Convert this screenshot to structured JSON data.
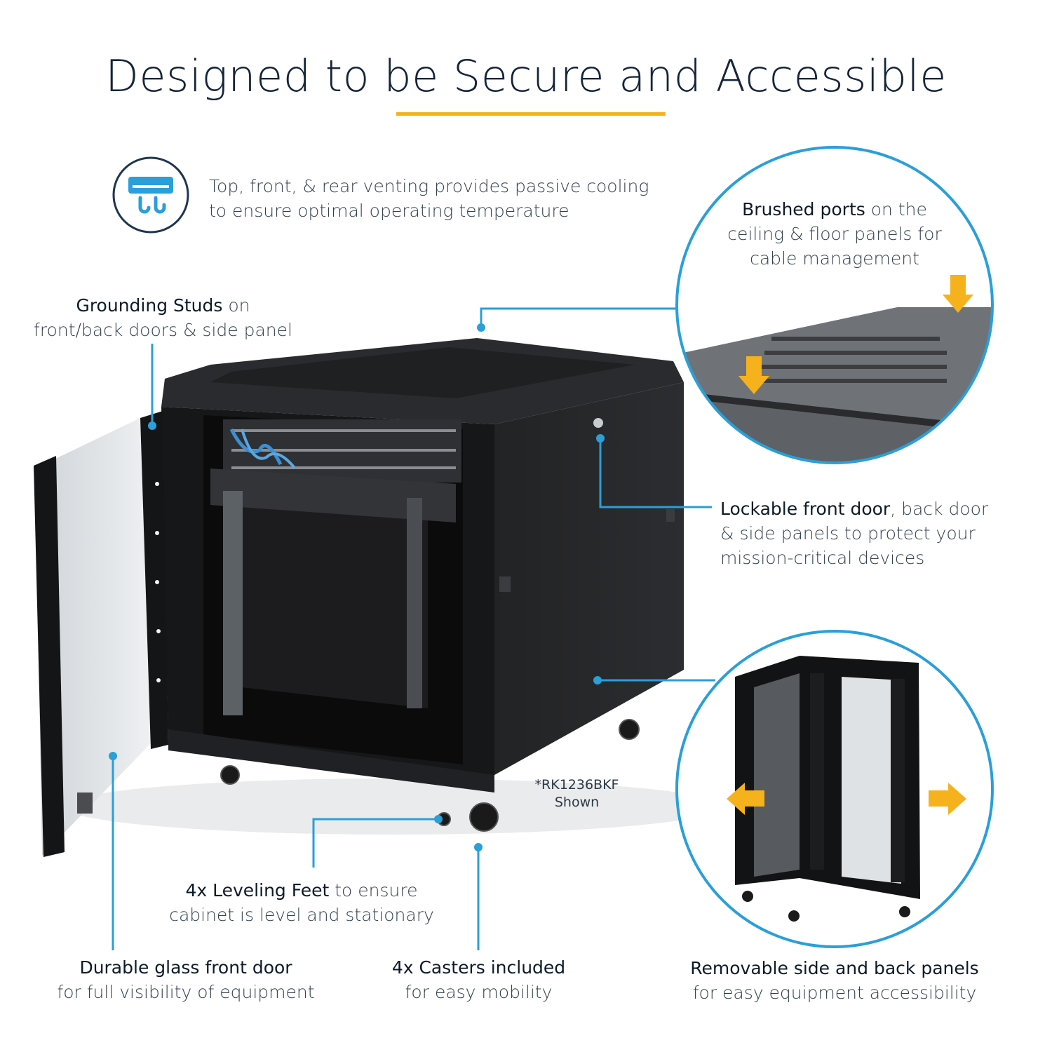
{
  "title": "Designed to be Secure and Accessible",
  "colors": {
    "accent_blue": "#2a9fd8",
    "accent_yellow": "#f5b21c",
    "cabinet": "#1b1c1e",
    "text": "#1d2b3a"
  },
  "vent": {
    "icon": "air-vent-icon",
    "text_line1": "Top, front, & rear venting provides passive cooling",
    "text_line2": "to ensure optimal operating temperature"
  },
  "grounding": {
    "bold": "Grounding Studs",
    "rest": " on",
    "line2": "front/back doors & side panel"
  },
  "brushed": {
    "bold": "Brushed ports",
    "rest": " on the",
    "line2": "ceiling & floor panels for",
    "line3": "cable management"
  },
  "lockable": {
    "bold": "Lockable front door",
    "rest": ", back door",
    "line2": "& side panels to protect your",
    "line3": "mission-critical devices"
  },
  "model_note": {
    "line1": "*RK1236BKF",
    "line2": "Shown"
  },
  "leveling": {
    "bold": "4x Leveling Feet",
    "rest": " to ensure",
    "line2": "cabinet is level and stationary"
  },
  "glass": {
    "line1": "Durable glass front door",
    "line2": "for full visibility of equipment"
  },
  "casters": {
    "line1": "4x Casters included",
    "line2": "for easy mobility"
  },
  "removable": {
    "line1": "Removable side and back panels",
    "line2": "for easy equipment accessibility"
  }
}
